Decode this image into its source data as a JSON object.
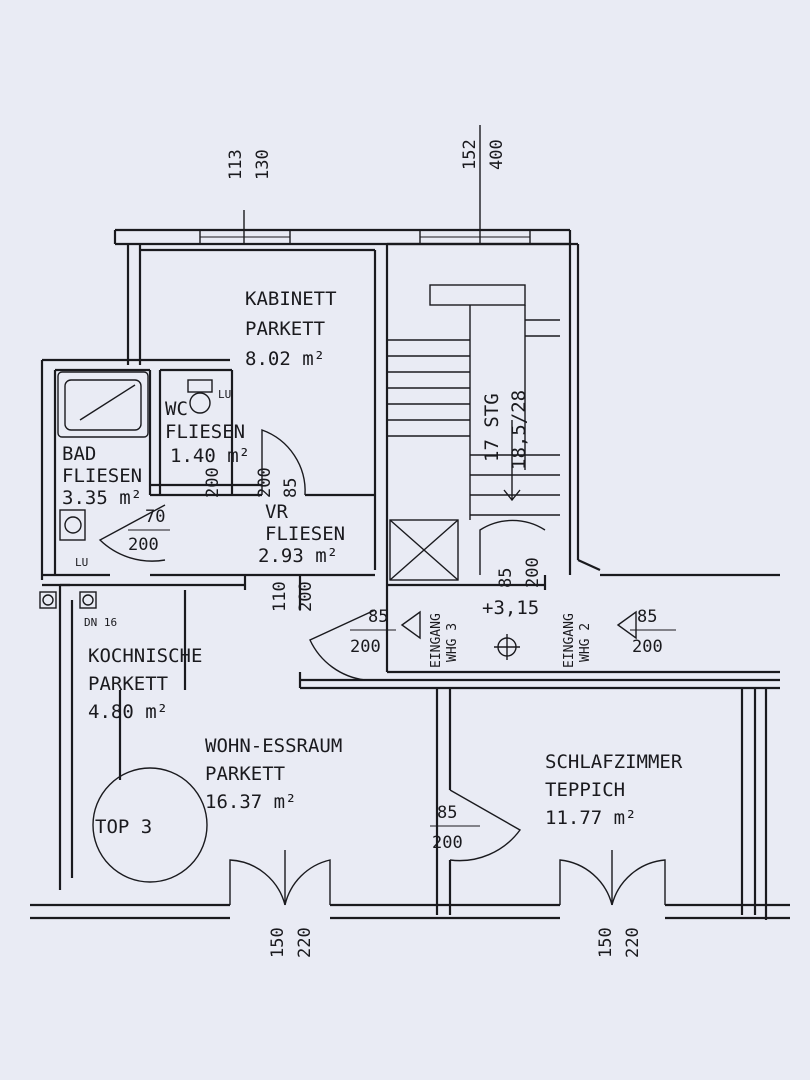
{
  "title_labels": {
    "dim_113": "113",
    "dim_130": "130",
    "dim_152": "152",
    "dim_400": "400"
  },
  "rooms": {
    "kabinett": {
      "name": "KABINETT",
      "floor": "PARKETT",
      "area": "8.02 m²"
    },
    "wc": {
      "name": "WC",
      "floor": "FLIESEN",
      "area": "1.40 m²"
    },
    "bad": {
      "name": "BAD",
      "floor": "FLIESEN",
      "area": "3.35 m²"
    },
    "vr": {
      "name": "VR",
      "floor": "FLIESEN",
      "area": "2.93 m²"
    },
    "kochnische": {
      "name": "KOCHNISCHE",
      "floor": "PARKETT",
      "area": "4.80 m²"
    },
    "wohn": {
      "name": "WOHN-ESSRAUM",
      "floor": "PARKETT",
      "area": "16.37 m²"
    },
    "schlaf": {
      "name": "SCHLAFZIMMER",
      "floor": "TEPPICH",
      "area": "11.77 m²"
    }
  },
  "stairs": {
    "label": "17 STG",
    "ratio": "18,5/28"
  },
  "level": "+3,15",
  "entrances": {
    "whg3": [
      "EINGANG",
      "WHG 3"
    ],
    "whg2": [
      "EINGANG",
      "WHG 2"
    ]
  },
  "unit_badge": "TOP 3",
  "misc": {
    "dn16": "DN 16",
    "lu": "LU"
  },
  "doors": {
    "wc": [
      "200",
      "200",
      "85"
    ],
    "bad": [
      "70",
      "200"
    ],
    "vr_bottom": [
      "110",
      "200"
    ],
    "whg3": [
      "85",
      "200"
    ],
    "stair": [
      "85",
      "200"
    ],
    "whg2": [
      "85",
      "200"
    ],
    "wohn_schlaf": [
      "85",
      "200"
    ],
    "win_wohn": [
      "150",
      "220"
    ],
    "win_schlaf": [
      "150",
      "220"
    ]
  }
}
